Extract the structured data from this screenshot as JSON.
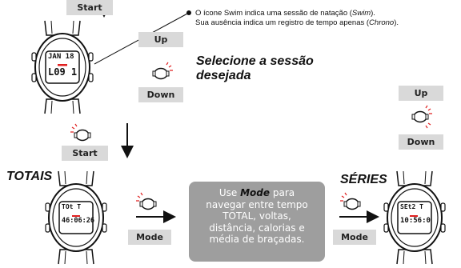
{
  "buttons": {
    "start_top": "Start",
    "up_left": "Up",
    "down_left": "Down",
    "start_mid": "Start",
    "up_right": "Up",
    "down_right": "Down",
    "mode_left": "Mode",
    "mode_right": "Mode"
  },
  "note": {
    "line1_pre": "O ícone Swim indica uma sessão de natação (",
    "line1_em": "Swim",
    "line1_post": ").",
    "line2_pre": "Sua ausência indica um registro de tempo apenas (",
    "line2_em": "Chrono",
    "line2_post": ")."
  },
  "select_session": {
    "line1": "Selecione a sessão",
    "line2": "desejada"
  },
  "labels": {
    "totais": "TOTAIS",
    "series": "SÉRIES"
  },
  "callout": {
    "pre": "Use ",
    "em": "Mode",
    "post": " para",
    "line2": "navegar entre tempo",
    "line3": "TOTAL, voltas,",
    "line4": "distância, calorias e",
    "line5": "média de braçadas."
  },
  "watch_top": {
    "line1": "JAN 18",
    "line2": "L09 1"
  },
  "watch_left": {
    "line1": "TOt T",
    "line2": "46:06:26"
  },
  "watch_right": {
    "line1": "SEt2 T",
    "line2": "10:56:0"
  },
  "colors": {
    "button_bg": "#d9d9d9",
    "callout_bg": "#9e9e9e",
    "accent_red": "#e02020"
  }
}
